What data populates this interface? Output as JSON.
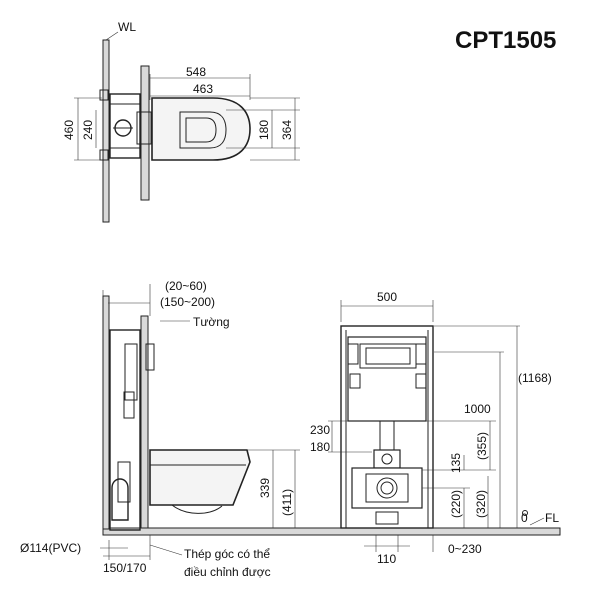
{
  "title": "CPT1505",
  "top_view": {
    "wl_label": "WL",
    "dim_548": "548",
    "dim_463": "463",
    "dim_460": "460",
    "dim_240": "240",
    "dim_180": "180",
    "dim_364": "364"
  },
  "side_view": {
    "dim_20_60": "(20~60)",
    "dim_150_200": "(150~200)",
    "wall_label": "Tường",
    "dim_339": "339",
    "dim_411": "(411)",
    "pipe_label": "Ø114(PVC)",
    "dim_150_170": "150/170",
    "bracket_label_line1": "Thép góc có thể",
    "bracket_label_line2": "điều chỉnh được"
  },
  "front_view": {
    "dim_500": "500",
    "dim_1168": "(1168)",
    "dim_1000": "1000",
    "dim_230": "230",
    "dim_180": "180",
    "dim_355": "(355)",
    "dim_135": "135",
    "dim_220": "(220)",
    "dim_320": "(320)",
    "dim_0": "0",
    "fl_label": "FL",
    "dim_110": "110",
    "dim_0_230": "0~230"
  }
}
